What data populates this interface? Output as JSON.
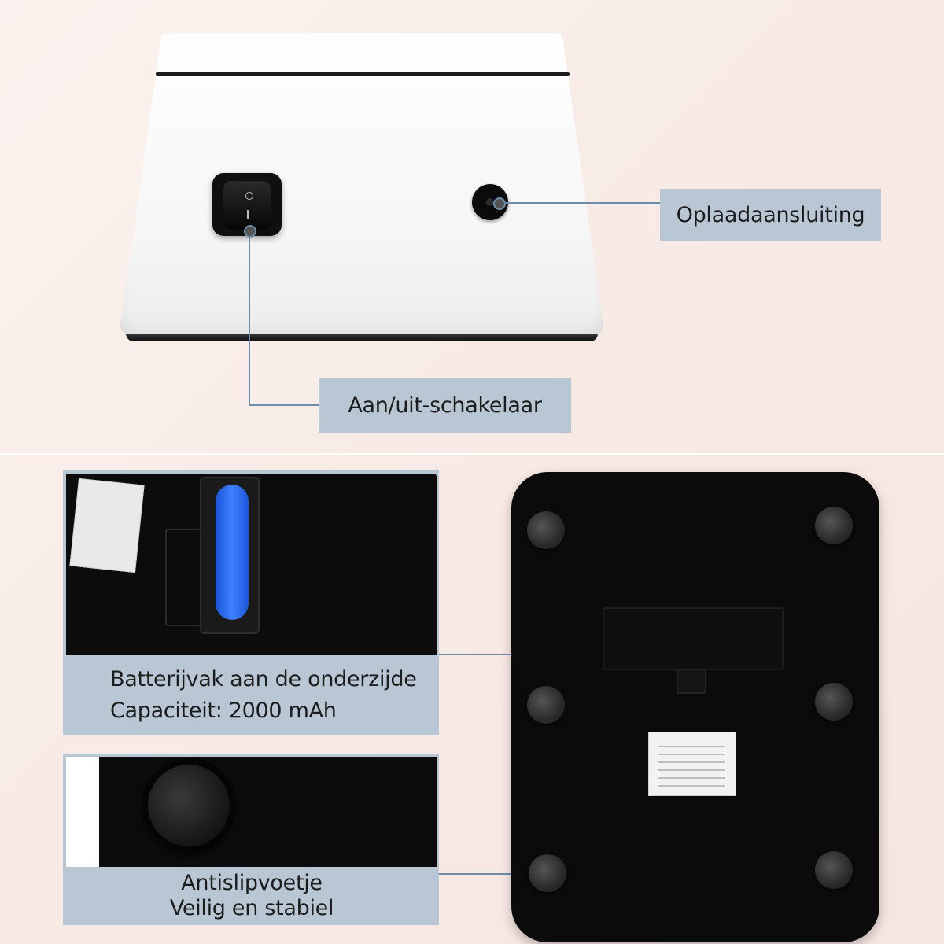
{
  "callouts": {
    "charging_port": "Oplaadaansluiting",
    "power_switch": "Aan/uit-schakelaar",
    "battery_compartment": {
      "line1": "Batterijvak aan de onderzijde",
      "line2": "Capaciteit: 2000 mAh"
    },
    "anti_slip_foot": {
      "line1": "Antislipvoetje",
      "line2": "Veilig en stabiel"
    }
  },
  "colors": {
    "label_background": "#b8c7d3",
    "callout_line": "#6c8ca8",
    "battery_blue": "#2f6fff"
  },
  "icons": [
    "power-rocker-switch",
    "dc-charging-jack",
    "anti-slip-foot",
    "battery-cell"
  ]
}
